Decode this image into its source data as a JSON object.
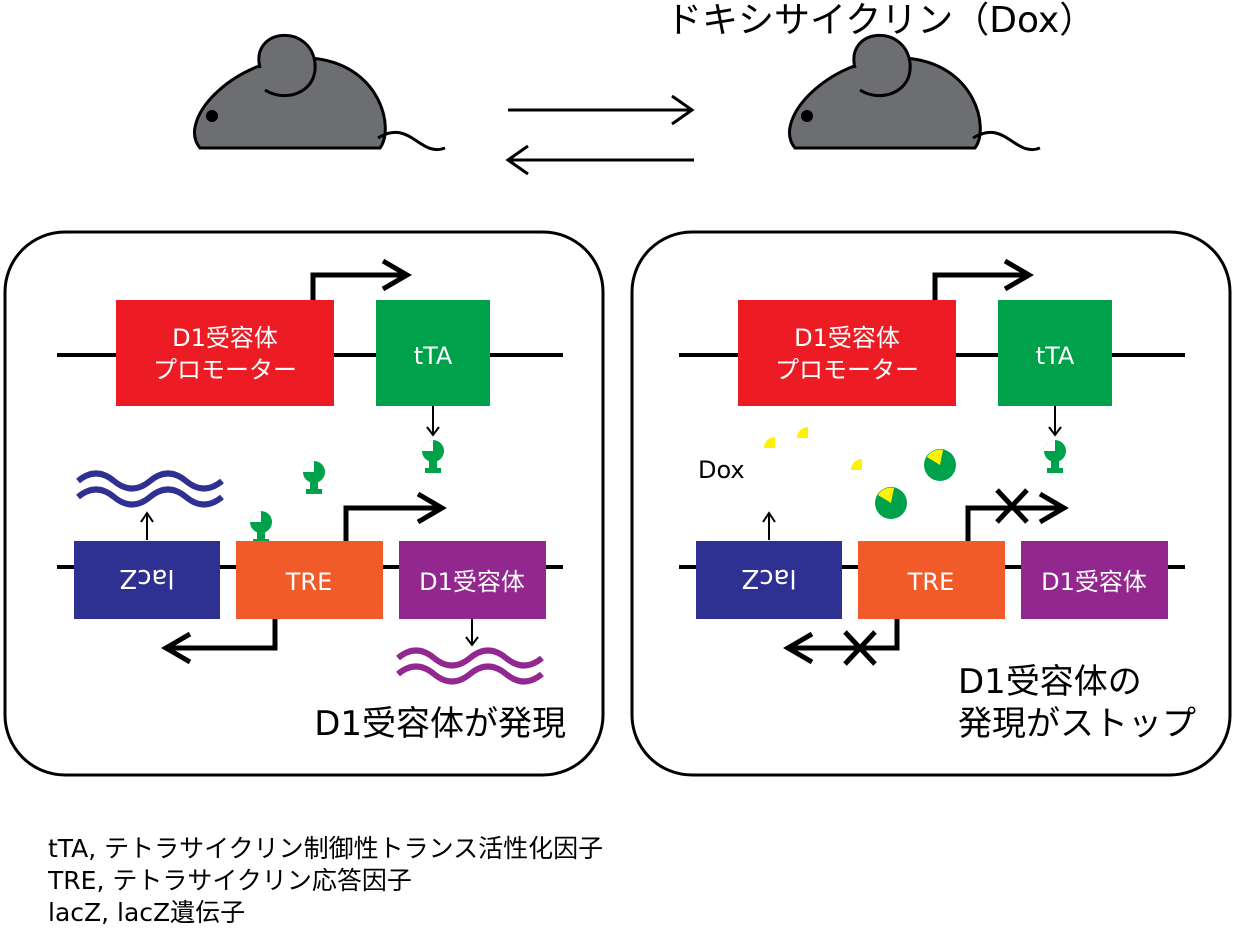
{
  "title": "ドキシサイクリン（Dox）",
  "left_panel": {
    "promoter": [
      "D1受容体",
      "プロモーター"
    ],
    "tta": "tTA",
    "lacz": "lacZ",
    "tre": "TRE",
    "d1r": "D1受容体",
    "result": "D1受容体が発現"
  },
  "right_panel": {
    "promoter": [
      "D1受容体",
      "プロモーター"
    ],
    "tta": "tTA",
    "lacz": "lacZ",
    "tre": "TRE",
    "d1r": "D1受容体",
    "dox": "Dox",
    "result": [
      "D1受容体の",
      "発現がストップ"
    ]
  },
  "legend": [
    "tTA, テトラサイクリン制御性トランス活性化因子",
    "TRE, テトラサイクリン応答因子",
    "lacZ, lacZ遺伝子"
  ],
  "colors": {
    "promoter": "#ED1C24",
    "tta": "#00A14B",
    "lacz": "#2E3192",
    "tre": "#F15A29",
    "d1r": "#92278F",
    "dox": "#FFF200",
    "mouse": "#6D6E71"
  }
}
